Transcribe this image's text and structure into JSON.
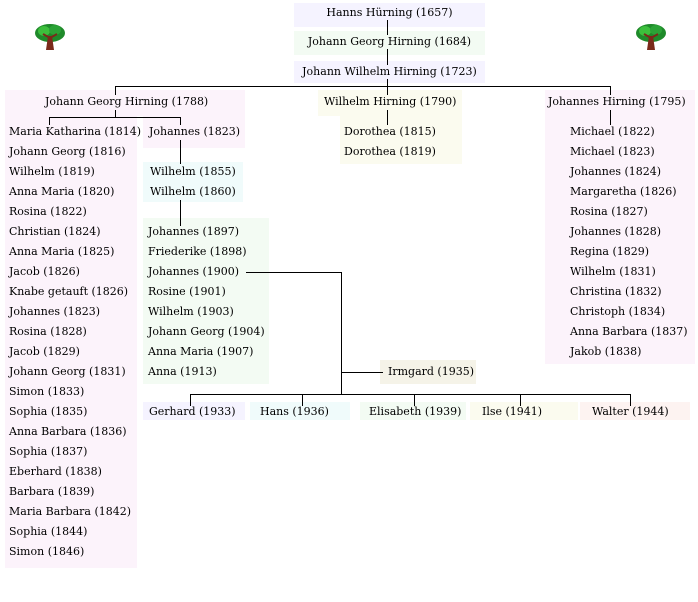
{
  "root": "Hanns Hürning (1657)",
  "gen2": "Johann Georg Hirning (1684)",
  "gen3": "Johann Wilhelm Hirning (1723)",
  "gen4": {
    "left": "Johann Georg Hirning (1788)",
    "middle": "Wilhelm Hirning (1790)",
    "right": "Johannes Hirning (1795)"
  },
  "left_children": [
    "Maria Katharina (1814)",
    "Johann Georg (1816)",
    "Wilhelm (1819)",
    "Anna Maria (1820)",
    "Rosina (1822)",
    "Christian (1824)",
    "Anna Maria (1825)",
    "Jacob (1826)",
    "Knabe getauft (1826)",
    "Johannes (1823)",
    "Rosina (1828)",
    "Jacob (1829)",
    "Johann Georg (1831)",
    "Simon (1833)",
    "Sophia (1835)",
    "Anna Barbara (1836)",
    "Sophia (1837)",
    "Eberhard (1838)",
    "Barbara (1839)",
    "Maria Barbara (1842)",
    "Sophia (1844)",
    "Simon (1846)"
  ],
  "johannes_1823": "Johannes (1823)",
  "johannes_children": [
    "Wilhelm (1855)",
    "Wilhelm (1860)"
  ],
  "wilhelm_children": [
    "Johannes (1897)",
    "Friederike (1898)",
    "Johannes (1900)",
    "Rosine (1901)",
    "Wilhelm (1903)",
    "Johann Georg (1904)",
    "Anna Maria (1907)",
    "Anna (1913)"
  ],
  "middle_children": [
    "Dorothea (1815)",
    "Dorothea (1819)"
  ],
  "right_children": [
    "Michael (1822)",
    "Michael (1823)",
    "Johannes (1824)",
    "Margaretha (1826)",
    "Rosina (1827)",
    "Johannes (1828)",
    "Regina (1829)",
    "Wilhelm (1831)",
    "Christina (1832)",
    "Christoph (1834)",
    "Anna Barbara (1837)",
    "Jakob (1838)"
  ],
  "spouse": "Irmgard (1935)",
  "grandchildren": {
    "gerhard": "Gerhard (1933)",
    "hans": "Hans (1936)",
    "elisabeth": "Elisabeth (1939)",
    "ilse": "Ilse (1941)",
    "walter": "Walter (1944)"
  },
  "icons": [
    "tree-icon",
    "tree-icon"
  ],
  "colors": {
    "lavender": "#f5f3ff",
    "green": "#f3fbf3",
    "pink": "#fcf3fb",
    "cream": "#fbfbef",
    "cyan": "#f0fbfb",
    "beige": "#f5f3e8",
    "rose": "#fdf3f1"
  }
}
